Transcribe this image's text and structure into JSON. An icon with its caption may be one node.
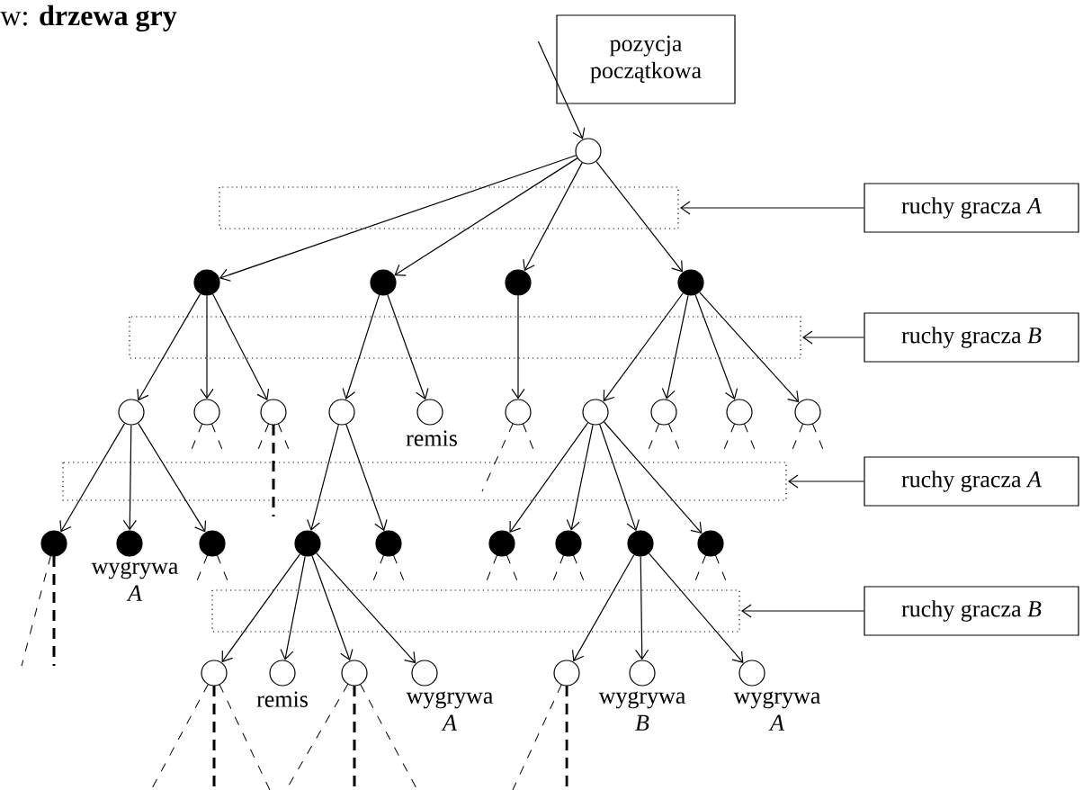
{
  "diagram": {
    "title": "w: **drzewa gry**",
    "nodes": [
      {
        "text": [
          "pozycja początkowa"
        ]
      },
      {
        "text": [],
        "shape": "circle"
      },
      {
        "text": [
          "ruchy gracza *A*"
        ]
      },
      {
        "text": [],
        "shape": "circle"
      },
      {
        "text": [],
        "shape": "circle"
      },
      {
        "text": [],
        "shape": "circle"
      },
      {
        "text": [],
        "shape": "circle"
      },
      {
        "text": [
          "ruchy gracza *B*"
        ]
      },
      {
        "text": [],
        "shape": "circle"
      },
      {
        "text": [],
        "shape": "circle"
      },
      {
        "text": [],
        "shape": "circle"
      },
      {
        "text": [],
        "shape": "circle"
      },
      {
        "text": [],
        "shape": "circle",
        "beside": [
          "remis"
        ]
      },
      {
        "text": [],
        "shape": "circle"
      },
      {
        "text": [],
        "shape": "circle"
      },
      {
        "text": [],
        "shape": "circle"
      },
      {
        "text": [],
        "shape": "circle"
      },
      {
        "text": [],
        "shape": "circle"
      },
      {
        "text": [
          "ruchy gracza *A*"
        ]
      },
      {
        "text": [],
        "shape": "circle"
      },
      {
        "text": [],
        "shape": "circle",
        "beside": [
          "wygrywa *A*"
        ]
      },
      {
        "text": [],
        "shape": "circle"
      },
      {
        "text": [],
        "shape": "circle"
      },
      {
        "text": [],
        "shape": "circle"
      },
      {
        "text": [],
        "shape": "circle"
      },
      {
        "text": [],
        "shape": "circle"
      },
      {
        "text": [],
        "shape": "circle"
      },
      {
        "text": [],
        "shape": "circle"
      },
      {
        "text": [
          "ruchy gracza *B*"
        ]
      },
      {
        "text": [],
        "shape": "circle"
      },
      {
        "text": [],
        "shape": "circle",
        "beside": [
          "remis"
        ]
      },
      {
        "text": [],
        "shape": "circle"
      },
      {
        "text": [],
        "shape": "circle",
        "beside": [
          "wygrywa *A*"
        ]
      },
      {
        "text": [],
        "shape": "circle"
      },
      {
        "text": [],
        "shape": "circle",
        "beside": [
          "wygrywa *B*"
        ]
      },
      {
        "text": [],
        "shape": "circle",
        "beside": [
          "wygrywa *A*"
        ]
      }
    ],
    "edges": [
      {
        "from": 0,
        "to": 1,
        "arrow": "to"
      },
      {
        "from": 2,
        "to": null,
        "arrow": "to"
      },
      {
        "from": 7,
        "to": null,
        "arrow": "to"
      },
      {
        "from": 18,
        "to": null,
        "arrow": "to"
      },
      {
        "from": 28,
        "to": null,
        "arrow": "to"
      },
      {
        "from": 1,
        "to": 3,
        "arrow": "to"
      },
      {
        "from": 1,
        "to": 4,
        "arrow": "to"
      },
      {
        "from": 1,
        "to": 5,
        "arrow": "to"
      },
      {
        "from": 1,
        "to": 6,
        "arrow": "to"
      },
      {
        "from": 3,
        "to": 8,
        "arrow": "to"
      },
      {
        "from": 3,
        "to": 9,
        "arrow": "to"
      },
      {
        "from": 3,
        "to": 10,
        "arrow": "to"
      },
      {
        "from": 4,
        "to": 11,
        "arrow": "to"
      },
      {
        "from": 4,
        "to": 12,
        "arrow": "to"
      },
      {
        "from": 5,
        "to": 13,
        "arrow": "to"
      },
      {
        "from": 6,
        "to": 14,
        "arrow": "to"
      },
      {
        "from": 6,
        "to": 15,
        "arrow": "to"
      },
      {
        "from": 6,
        "to": 16,
        "arrow": "to"
      },
      {
        "from": 6,
        "to": 17,
        "arrow": "to"
      },
      {
        "from": 8,
        "to": 19,
        "arrow": "to"
      },
      {
        "from": 8,
        "to": 20,
        "arrow": "to"
      },
      {
        "from": 8,
        "to": 21,
        "arrow": "to"
      },
      {
        "from": 11,
        "to": 22,
        "arrow": "to"
      },
      {
        "from": 11,
        "to": 23,
        "arrow": "to"
      },
      {
        "from": 14,
        "to": 24,
        "arrow": "to"
      },
      {
        "from": 14,
        "to": 25,
        "arrow": "to"
      },
      {
        "from": 14,
        "to": 26,
        "arrow": "to"
      },
      {
        "from": 14,
        "to": 27,
        "arrow": "to"
      },
      {
        "from": 22,
        "to": 29,
        "arrow": "to"
      },
      {
        "from": 22,
        "to": 30,
        "arrow": "to"
      },
      {
        "from": 22,
        "to": 31,
        "arrow": "to"
      },
      {
        "from": 22,
        "to": 32,
        "arrow": "to"
      },
      {
        "from": 26,
        "to": 33,
        "arrow": "to"
      },
      {
        "from": 26,
        "to": 34,
        "arrow": "to"
      },
      {
        "from": 26,
        "to": 35,
        "arrow": "to"
      }
    ]
  }
}
